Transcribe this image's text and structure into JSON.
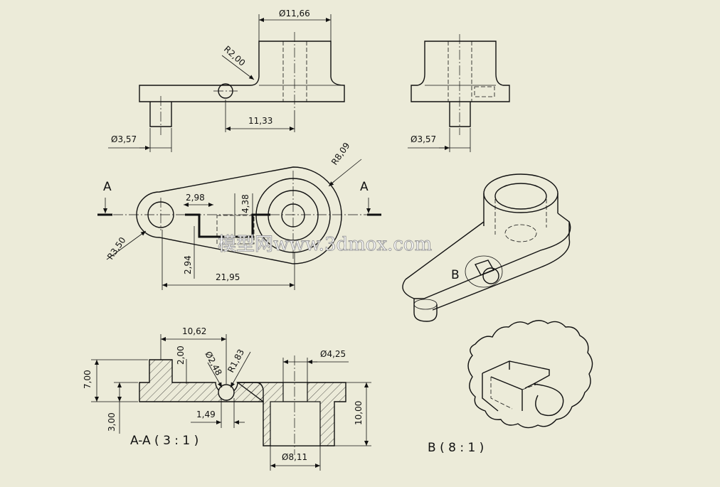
{
  "dimensions": {
    "top_dia_boss": "Ø11,66",
    "top_radius": "R2,00",
    "top_center_dist": "11,33",
    "top_pin_dia": "Ø3,57",
    "side_pin_dia": "Ø3,57",
    "plan_radius_big": "R8,09",
    "plan_radius_small": "R3,50",
    "plan_2_98": "2,98",
    "plan_4_38": "4,38",
    "plan_2_94": "2,94",
    "plan_21_95": "21,95",
    "sec_10_62": "10,62",
    "sec_2_00": "2,00",
    "sec_dia_2_48": "Ø2,48",
    "sec_r_1_83": "R1,83",
    "sec_dia_4_25": "Ø4,25",
    "sec_7_00": "7,00",
    "sec_3_00": "3,00",
    "sec_1_49": "1,49",
    "sec_10_00": "10,00",
    "sec_dia_8_11": "Ø8,11"
  },
  "labels": {
    "section_mark_left": "A",
    "section_mark_right": "A",
    "section_title": "A-A ( 3 : 1 )",
    "detail_mark": "B",
    "detail_title": "B ( 8 : 1 )"
  },
  "watermark": "模型网www.3dmox.com",
  "colors": {
    "background": "#ecebd9",
    "lines": "#111111"
  }
}
